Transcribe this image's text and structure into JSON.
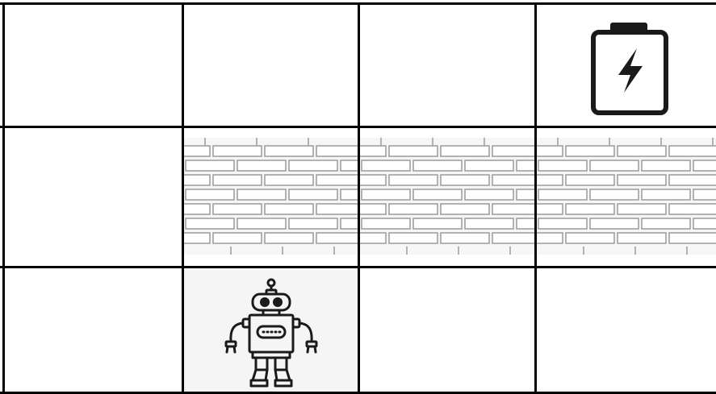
{
  "grid": {
    "rows": 3,
    "cols": 4,
    "cells": [
      [
        "empty",
        "empty",
        "empty",
        "battery"
      ],
      [
        "empty",
        "wall",
        "wall",
        "wall"
      ],
      [
        "empty",
        "robot",
        "empty",
        "empty"
      ]
    ]
  },
  "icons": {
    "battery": "battery-charging-icon",
    "wall": "brick-wall-icon",
    "robot": "robot-icon"
  },
  "colors": {
    "gridline": "#000000",
    "background": "#ffffff",
    "icon_stroke": "#1a1a1a",
    "brick_stroke": "#9a9a9a",
    "brick_bg": "#f6f6f6",
    "robot_tile_bg": "#f5f5f5"
  }
}
